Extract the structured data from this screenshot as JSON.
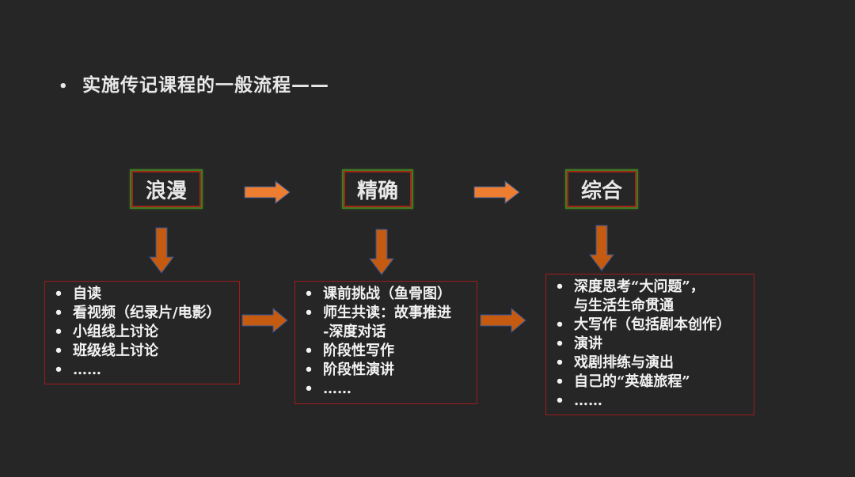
{
  "title": "实施传记课程的一般流程——",
  "bullet_glyph": "•",
  "colors": {
    "background": "#262626",
    "arrow_light": "#ed7d31",
    "arrow_dark": "#c55a11",
    "box_border": "#a01b1b",
    "stage_outline": "#3f7a22"
  },
  "stages": [
    {
      "label": "浪漫",
      "items": [
        "自读",
        "看视频（纪录片/电影）",
        "小组线上讨论",
        "班级线上讨论",
        "……"
      ]
    },
    {
      "label": "精确",
      "items": [
        "课前挑战（鱼骨图）",
        "师生共读：故事推进",
        "-深度对话",
        "阶段性写作",
        "阶段性演讲",
        "……"
      ],
      "continuation_indices": [
        2
      ]
    },
    {
      "label": "综合",
      "items": [
        "深度思考“大问题”，",
        "与生活生命贯通",
        "大写作（包括剧本创作）",
        "演讲",
        "戏剧排练与演出",
        "自己的“英雄旅程”",
        "……"
      ],
      "continuation_indices": [
        1
      ]
    }
  ]
}
